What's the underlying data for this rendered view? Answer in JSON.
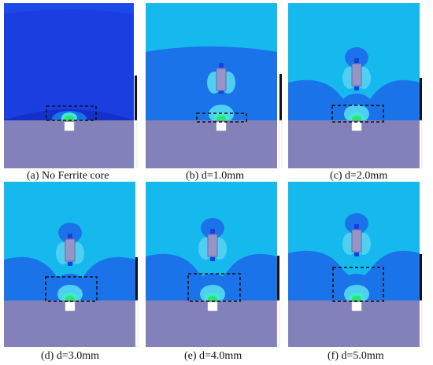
{
  "figure": {
    "panels": [
      {
        "id": "a",
        "caption": "(a) No Ferrite core",
        "ferrite_core": false,
        "d_mm": null
      },
      {
        "id": "b",
        "caption": "(b) d=1.0mm",
        "ferrite_core": true,
        "d_mm": 1.0
      },
      {
        "id": "c",
        "caption": "(c) d=2.0mm",
        "ferrite_core": true,
        "d_mm": 2.0
      },
      {
        "id": "d",
        "caption": "(d) d=3.0mm",
        "ferrite_core": true,
        "d_mm": 3.0
      },
      {
        "id": "e",
        "caption": "(e) d=4.0mm",
        "ferrite_core": true,
        "d_mm": 4.0
      },
      {
        "id": "f",
        "caption": "(f) d=5.0mm",
        "ferrite_core": true,
        "d_mm": 5.0
      }
    ],
    "colors": {
      "field_dark": "#1a3ee0",
      "field_mid": "#1b73ea",
      "field_light": "#16b9ee",
      "field_lighter": "#4fcff2",
      "hotspot_cyan": "#44e6d6",
      "hotspot_green": "#27e86a",
      "substrate": "#8381ba",
      "ferrite_core": "#9595c8",
      "coil": "#ffffff",
      "scale_bar": "#111111"
    }
  }
}
